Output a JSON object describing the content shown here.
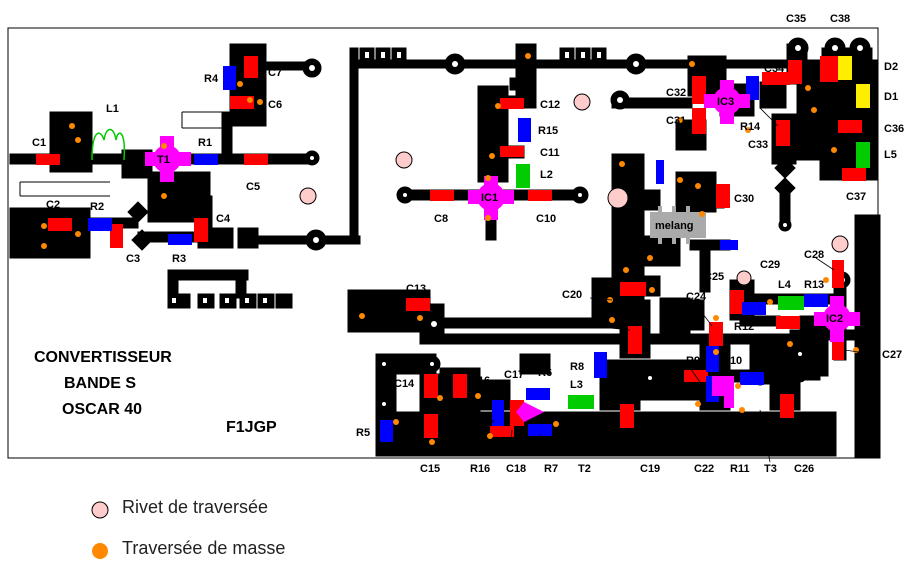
{
  "title": {
    "line1": "CONVERTISSEUR",
    "line2": "BANDE S",
    "line3": "OSCAR 40",
    "author": "F1JGP"
  },
  "ics": {
    "t1": "T1",
    "ic1": "IC1",
    "ic2": "IC2",
    "ic3": "IC3",
    "melang": "melang"
  },
  "labels": {
    "c1": "C1",
    "c2": "C2",
    "c3": "C3",
    "c4": "C4",
    "c5": "C5",
    "c6": "C6",
    "c7": "C7",
    "c8": "C8",
    "c10": "C10",
    "c11": "C11",
    "c12": "C12",
    "c13": "C13",
    "c14": "C14",
    "c15": "C15",
    "c16": "C16",
    "c17": "C17",
    "c18": "C18",
    "c19": "C19",
    "c20": "C20",
    "c21": "C21",
    "c22": "C22",
    "c24": "C24",
    "c25": "C25",
    "c26": "C26",
    "c27": "C27",
    "c28": "C28",
    "c29": "C29",
    "c30": "C30",
    "c31": "C31",
    "c32": "C32",
    "c33": "C33",
    "c34": "C34",
    "c35": "C35",
    "c36": "C36",
    "c37": "C37",
    "c38": "C38",
    "r1": "R1",
    "r2": "R2",
    "r3": "R3",
    "r4": "R4",
    "r5": "R5",
    "r6": "R6",
    "r7": "R7",
    "r8": "R8",
    "r9": "R9",
    "r10": "R10",
    "r11": "R11",
    "r12": "R12",
    "r13": "R13",
    "r14": "R14",
    "r15": "R15",
    "r16a": "R16",
    "r16b": "R16",
    "l1": "L1",
    "l2": "L2",
    "l3": "L3",
    "l4": "L4",
    "l5": "L5",
    "d1": "D1",
    "d2": "D2",
    "t2": "T2",
    "t3": "T3"
  },
  "legend": {
    "rivet": "Rivet de traversée",
    "ground": "Traversée de masse"
  },
  "colors": {
    "copper": "#000000",
    "capacitor": "#ff0000",
    "resistor": "#0000ff",
    "inductor": "#00cc00",
    "diode": "#ffee00",
    "ic": "#ff00ff",
    "mixer": "#aaaaaa",
    "rivet": "#ffcccc",
    "ground_via": "#ff8800"
  }
}
